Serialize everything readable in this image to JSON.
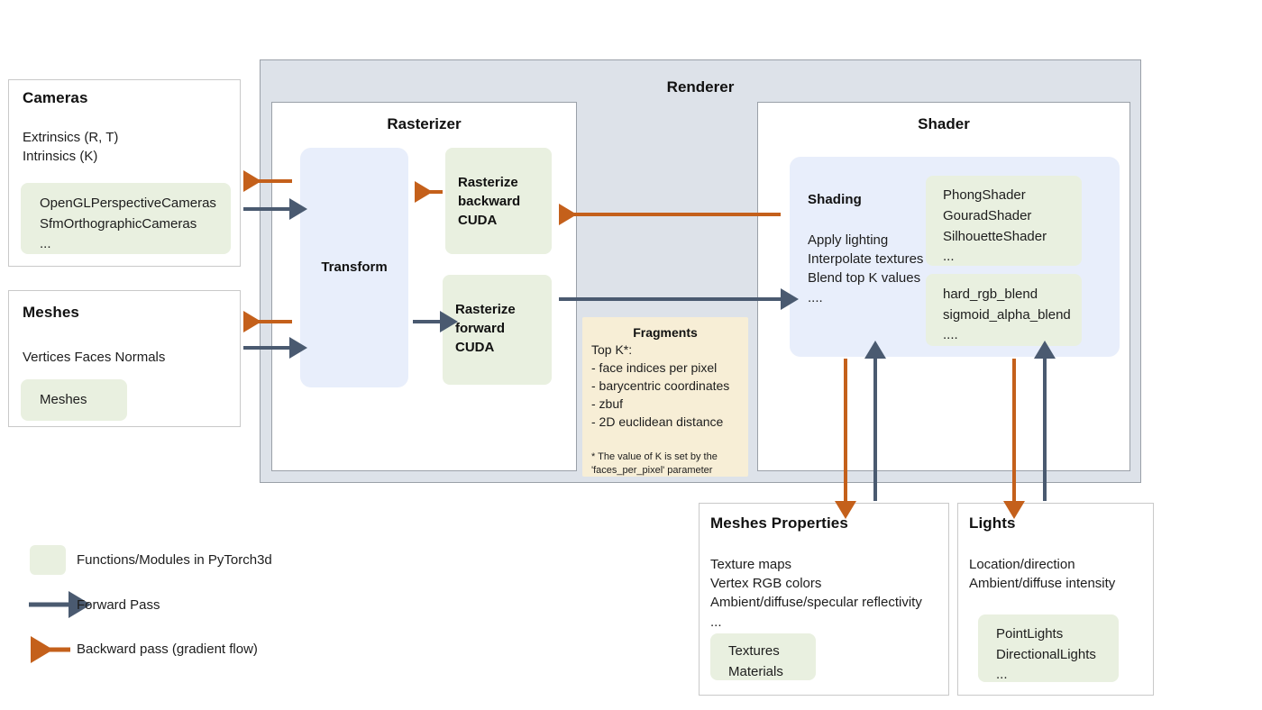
{
  "colors": {
    "forward": "#4a5a70",
    "backward": "#c4601b",
    "module_green": "#e9f0e0",
    "panel_blue": "#e8eefb",
    "renderer_gray": "#dde2e9",
    "fragments_cream": "#f7eed6"
  },
  "cameras": {
    "title": "Cameras",
    "lines": [
      "Extrinsics (R, T)",
      "Intrinsics (K)"
    ],
    "modules": [
      "OpenGLPerspectiveCameras",
      "SfmOrthographicCameras"
    ],
    "ellipsis": "..."
  },
  "meshes": {
    "title": "Meshes",
    "lines": [
      "Vertices   Faces   Normals"
    ],
    "modules": [
      "Meshes"
    ]
  },
  "renderer": {
    "title": "Renderer",
    "rasterizer": {
      "title": "Rasterizer",
      "transform_label": "Transform",
      "backward_label": "Rasterize\nbackward\nCUDA",
      "backward_label_lines": [
        "Rasterize",
        "backward",
        "CUDA"
      ],
      "forward_label_lines": [
        "Rasterize",
        "forward",
        "CUDA"
      ]
    },
    "fragments": {
      "title": "Fragments",
      "lines": [
        "Top K*:",
        "- face indices per pixel",
        "- barycentric coordinates",
        "- zbuf",
        "- 2D euclidean distance"
      ],
      "note_lines": [
        "* The value of K is set by the",
        "'faces_per_pixel' parameter"
      ]
    },
    "shader": {
      "title": "Shader",
      "shading_title": "Shading",
      "shading_lines": [
        "Apply lighting",
        "Interpolate textures",
        "Blend top K values"
      ],
      "shading_ellipsis": "....",
      "shaders_module": {
        "items": [
          "PhongShader",
          "GouradShader",
          "SilhouetteShader"
        ],
        "ellipsis": "..."
      },
      "blend_module": {
        "items": [
          "hard_rgb_blend",
          "sigmoid_alpha_blend"
        ],
        "ellipsis": "...."
      }
    }
  },
  "meshes_properties": {
    "title": "Meshes Properties",
    "lines": [
      "Texture maps",
      "Vertex RGB colors",
      "Ambient/diffuse/specular reflectivity"
    ],
    "ellipsis": "...",
    "modules": [
      "Textures",
      "Materials"
    ]
  },
  "lights": {
    "title": "Lights",
    "lines": [
      "Location/direction",
      "Ambient/diffuse intensity"
    ],
    "modules": [
      "PointLights",
      "DirectionalLights"
    ],
    "ellipsis": "..."
  },
  "legend": {
    "items": [
      {
        "label": "Functions/Modules in PyTorch3d",
        "kind": "swatch"
      },
      {
        "label": "Forward Pass",
        "kind": "forward-arrow"
      },
      {
        "label": "Backward pass (gradient flow)",
        "kind": "backward-arrow"
      }
    ]
  }
}
